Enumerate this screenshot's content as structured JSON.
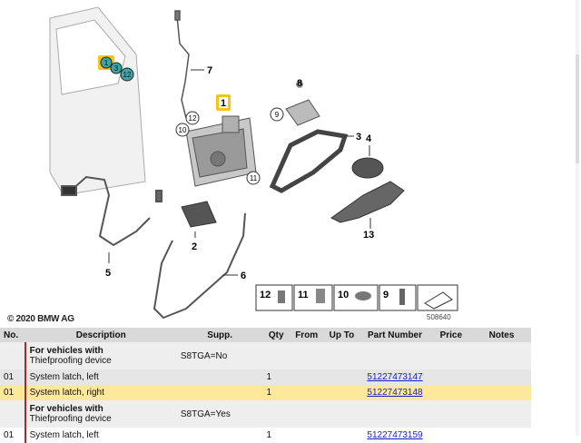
{
  "diagram": {
    "copyright": "© 2020 BMW AG",
    "image_number": "508640",
    "callouts": [
      "1",
      "2",
      "3",
      "4",
      "5",
      "6",
      "7",
      "8",
      "9",
      "10",
      "11",
      "12",
      "13"
    ],
    "highlighted_callout": "1",
    "colors": {
      "highlight": "#f5c518",
      "teal": "#3aa6a6",
      "line": "#333333"
    },
    "legend": [
      "12",
      "11",
      "10",
      "9"
    ]
  },
  "table": {
    "headers": [
      "No.",
      "Description",
      "Supp.",
      "Qty",
      "From",
      "Up To",
      "Part Number",
      "Price",
      "Notes"
    ],
    "rows": [
      {
        "type": "group",
        "title": "For vehicles with",
        "subtitle": "Thiefproofing device",
        "supp": "S8TGA=No"
      },
      {
        "type": "item",
        "no": "01",
        "desc": "System latch, left",
        "supp": "",
        "qty": "1",
        "from": "",
        "upto": "",
        "part": "51227473147",
        "price": "",
        "notes": "",
        "highlight": false
      },
      {
        "type": "item",
        "no": "01",
        "desc": "System latch, right",
        "supp": "",
        "qty": "1",
        "from": "",
        "upto": "",
        "part": "51227473148",
        "price": "",
        "notes": "",
        "highlight": true
      },
      {
        "type": "group",
        "title": "For vehicles with",
        "subtitle": "Thiefproofing device",
        "supp": "S8TGA=Yes"
      },
      {
        "type": "item",
        "no": "01",
        "desc": "System latch, left",
        "supp": "",
        "qty": "1",
        "from": "",
        "upto": "",
        "part": "51227473159",
        "price": "",
        "notes": "",
        "highlight": false
      }
    ]
  }
}
